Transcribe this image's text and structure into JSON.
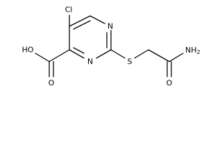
{
  "atoms": {
    "chloro": "Cl",
    "hydroxyl": "HO",
    "carbonyl_oxygen_acid": "O",
    "ring_nitrogen_top": "N",
    "ring_nitrogen_bottom": "N",
    "thioether_sulfur": "S",
    "amide_nitrogen": "NH",
    "amide_nitrogen_h_count": "2",
    "carbonyl_oxygen_amide": "O"
  }
}
